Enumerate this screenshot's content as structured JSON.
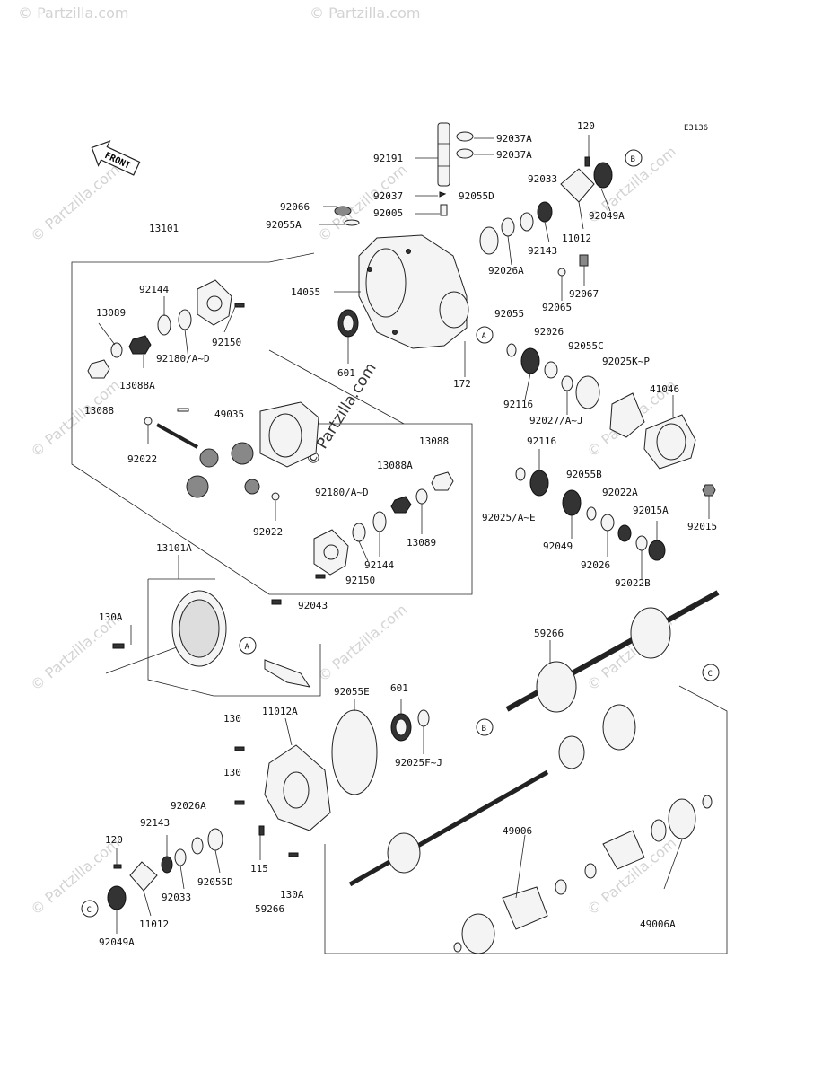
{
  "diagram_code": "E3136",
  "front_label": "FRONT",
  "watermark": "© Partzilla.com",
  "callout_markers": [
    "A",
    "B",
    "C"
  ],
  "parts": {
    "p92037A_1": "92037A",
    "p92037A_2": "92037A",
    "p92191": "92191",
    "p120_top": "120",
    "p92037": "92037",
    "p92055D_top": "92055D",
    "p92033_top": "92033",
    "p92005": "92005",
    "p92066": "92066",
    "p92055A": "92055A",
    "p13101": "13101",
    "p92143_top": "92143",
    "p11012_top": "11012",
    "p92049A_top": "92049A",
    "p92026A_top": "92026A",
    "p14055": "14055",
    "p92067": "92067",
    "p92065": "92065",
    "p92144_top": "92144",
    "p13089_top": "13089",
    "p92150_top": "92150",
    "p92180_top": "92180/A~D",
    "p13088A_top": "13088A",
    "p13088_left": "13088",
    "p601_top": "601",
    "p172": "172",
    "p92055": "92055",
    "p92026": "92026",
    "p92055C": "92055C",
    "p92025KP": "92025K~P",
    "p92116_1": "92116",
    "p92027": "92027/A~J",
    "p41046": "41046",
    "p49035": "49035",
    "p92022_left": "92022",
    "p13088_right": "13088",
    "p13088A_right": "13088A",
    "p92116_2": "92116",
    "p92180_mid": "92180/A~D",
    "p92055B": "92055B",
    "p92022A": "92022A",
    "p92025AE": "92025/A~E",
    "p92015A": "92015A",
    "p92015": "92015",
    "p92022_mid": "92022",
    "p13089_mid": "13089",
    "p92049": "92049",
    "p92026_mid": "92026",
    "p92144_mid": "92144",
    "p92022B": "92022B",
    "p13101A": "13101A",
    "p92150_mid": "92150",
    "p92043": "92043",
    "p130A_left": "130A",
    "p59266_top": "59266",
    "p92055E": "92055E",
    "p601_mid": "601",
    "p130_1": "130",
    "p11012A": "11012A",
    "p130_2": "130",
    "p92025FJ": "92025F~J",
    "p92026A_bot": "92026A",
    "p92143_bot": "92143",
    "p49006": "49006",
    "p120_bot": "120",
    "p92055D_bot": "92055D",
    "p115": "115",
    "p92033_bot": "92033",
    "p130A_bot": "130A",
    "p59266_bot": "59266",
    "p11012_bot": "11012",
    "p49006A": "49006A",
    "p92049A_bot": "92049A"
  }
}
